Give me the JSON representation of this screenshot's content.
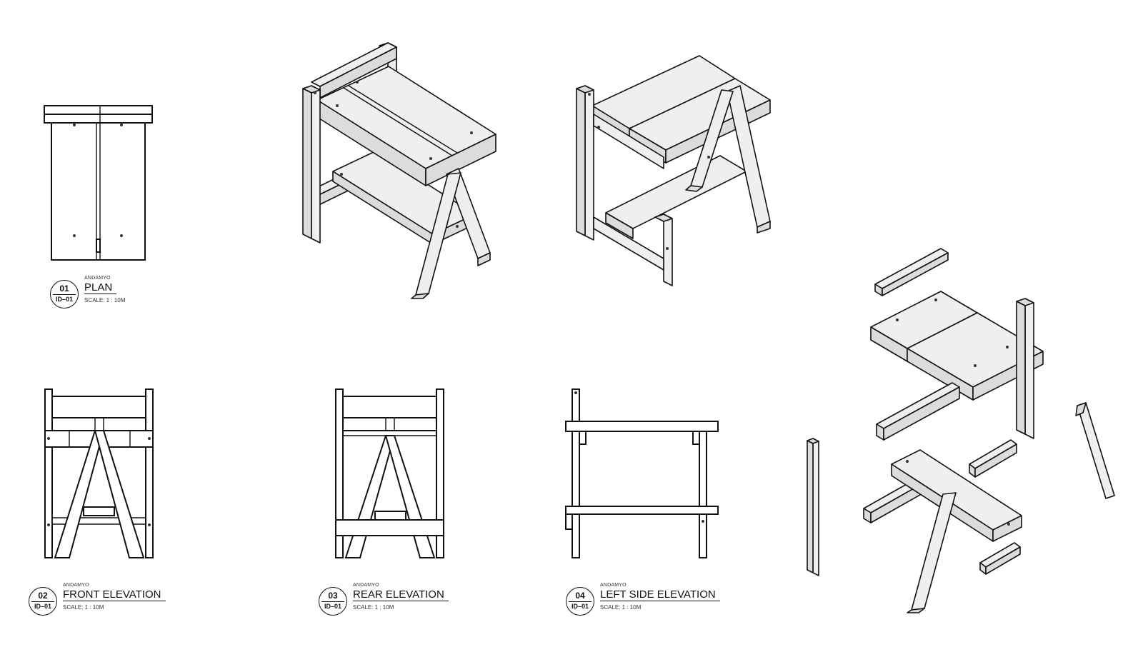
{
  "views": [
    {
      "number": "01",
      "sheet": "ID–01",
      "brand": "ANDAMYO",
      "title": "PLAN",
      "scale": "SCALE:  1 : 10M"
    },
    {
      "number": "02",
      "sheet": "ID–01",
      "brand": "ANDAMYO",
      "title": "FRONT ELEVATION",
      "scale": "SCALE:  1 : 10M"
    },
    {
      "number": "03",
      "sheet": "ID–01",
      "brand": "ANDAMYO",
      "title": "REAR ELEVATION",
      "scale": "SCALE:  1 : 10M"
    },
    {
      "number": "04",
      "sheet": "ID–01",
      "brand": "ANDAMYO",
      "title": "LEFT SIDE ELEVATION",
      "scale": "SCALE:  1 : 10M"
    }
  ]
}
